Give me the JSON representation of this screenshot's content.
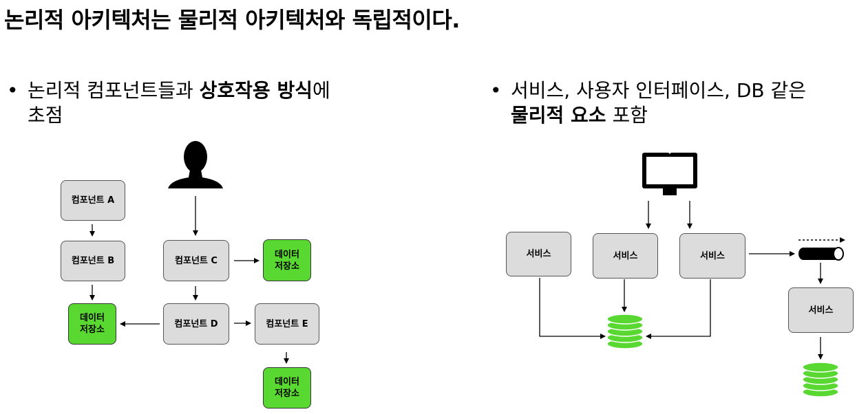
{
  "title": "논리적 아키텍처는 물리적 아키텍처와 독립적이다.",
  "left": {
    "bullet_dot": "•",
    "bullet_line1_pre": "논리적 컴포넌트들과 ",
    "bullet_line1_bold": "상호작용 방식",
    "bullet_line1_post": "에",
    "bullet_line2": "초점",
    "boxes": {
      "comp_a": "컴포넌트 A",
      "comp_b": "컴포넌트 B",
      "comp_c": "컴포넌트 C",
      "comp_d": "컴포넌트 D",
      "comp_e": "컴포넌트 E",
      "store_line1": "데이터",
      "store_line2": "저장소"
    }
  },
  "right": {
    "bullet_dot": "•",
    "bullet_line1": "서비스, 사용자 인터페이스, DB 같은",
    "bullet_line2_bold": "물리적 요소",
    "bullet_line2_post": " 포함",
    "service_label": "서비스"
  },
  "colors": {
    "store_green": "#5ad832",
    "box_gray": "#dcdcdc",
    "db_green": "#5ad832"
  },
  "icons": [
    "user-silhouette-icon",
    "monitor-icon",
    "message-queue-icon",
    "database-icon"
  ]
}
